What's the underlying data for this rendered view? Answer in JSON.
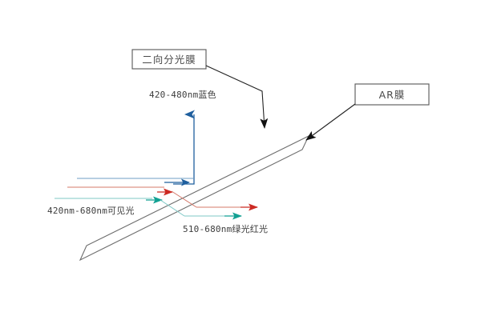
{
  "diagram": {
    "title": "dichroic-beamsplitter-optical-path",
    "background_color": "#ffffff",
    "labels": {
      "dichroic_film": "二向分光膜",
      "ar_film": "AR膜"
    },
    "beams": {
      "reflected_blue": "420-480nm蓝色",
      "incident_visible": "420nm-680nm可见光",
      "transmitted_green_red": "510-680nm绿光红光"
    },
    "colors": {
      "blue_arrow": "#1f5f9e",
      "blue_line": "#6f9fc4",
      "red_arrow": "#cc2a23",
      "red_line": "#d4786a",
      "teal_arrow": "#12a193",
      "teal_line": "#7fc9c6",
      "slab_stroke": "#6d6d6d",
      "leader_stroke": "#222222",
      "box_stroke": "#555555",
      "text": "#3d3d3d"
    },
    "geometry": {
      "slab_angle_deg": 28,
      "slab_upper_right": "385,170",
      "slab_lower_left": "100,325"
    }
  }
}
